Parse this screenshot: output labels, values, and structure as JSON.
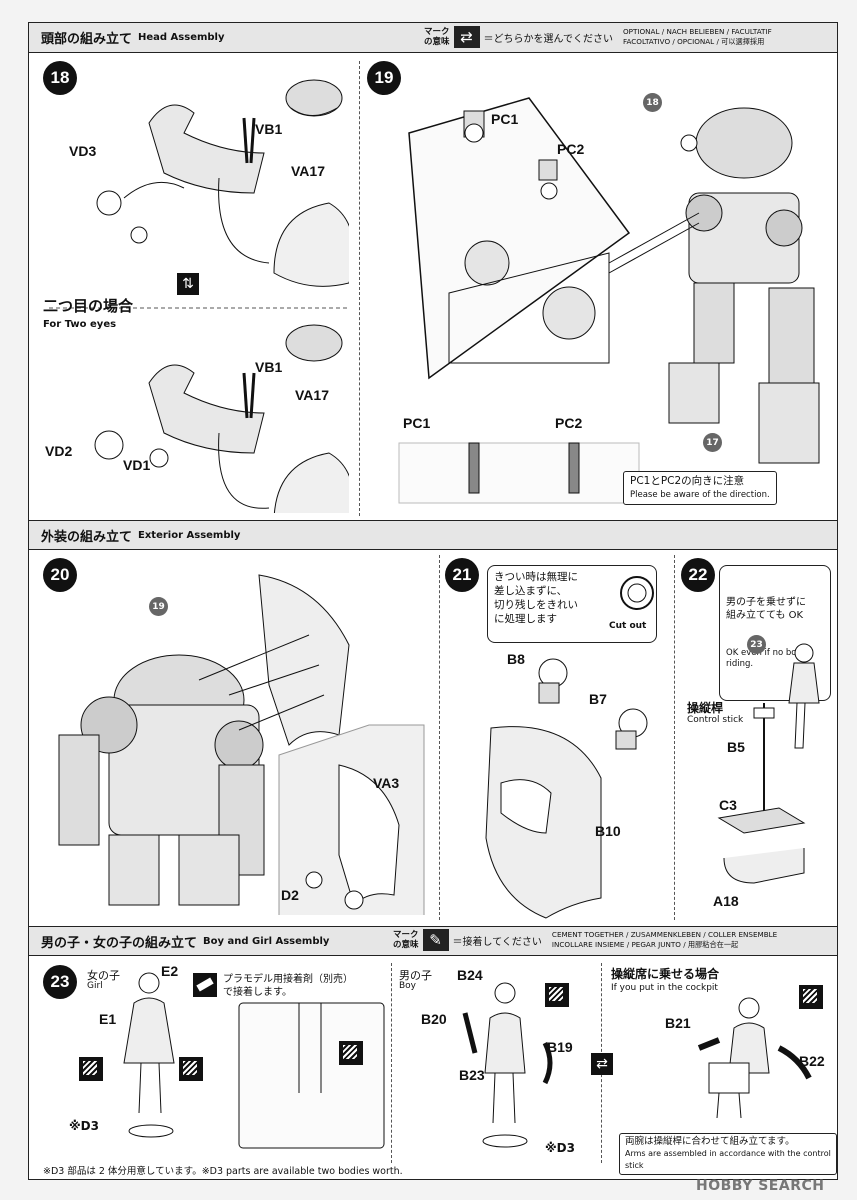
{
  "sections": {
    "head": {
      "jp": "頭部の組み立て",
      "en": "Head Assembly"
    },
    "exterior": {
      "jp": "外装の組み立て",
      "en": "Exterior Assembly"
    },
    "boygirl": {
      "jp": "男の子・女の子の組み立て",
      "en": "Boy and Girl Assembly"
    }
  },
  "mark_optional": {
    "label": "マーク\nの意味",
    "text": "＝どちらかを選んでください",
    "en1": "OPTIONAL / NACH BELIEBEN / FACULTATIF",
    "en2": "FACOLTATIVO / OPCIONAL / 可以選擇採用"
  },
  "mark_cement": {
    "label": "マーク\nの意味",
    "text": "＝接着してください",
    "en1": "CEMENT TOGETHER / ZUSAMMENKLEBEN / COLLER ENSEMBLE",
    "en2": "INCOLLARE INSIEME / PEGAR JUNTO / 用膠粘合在一起"
  },
  "steps": {
    "s18": "18",
    "s19": "19",
    "s20": "20",
    "s21": "21",
    "s22": "22",
    "s23": "23"
  },
  "step18": {
    "vd3": "VD3",
    "vb1": "VB1",
    "va17": "VA17",
    "two_eyes_jp": "二つ目の場合",
    "two_eyes_en": "For Two eyes",
    "vb1b": "VB1",
    "va17b": "VA17",
    "vd2": "VD2",
    "vd1": "VD1"
  },
  "step19": {
    "pc1": "PC1",
    "pc2": "PC2",
    "ref18": "18",
    "ref17": "17",
    "pc1b": "PC1",
    "pc2b": "PC2",
    "note_jp": "PC1とPC2の向きに注意",
    "note_en": "Please be aware of the direction."
  },
  "step20": {
    "ref19": "19",
    "va3": "VA3",
    "d2": "D2"
  },
  "step21": {
    "note": "きつい時は無理に\n差し込まずに、\n切り残しをきれい\nに処理します",
    "cutout": "Cut out",
    "b8": "B8",
    "b7": "B7",
    "b10": "B10"
  },
  "step22": {
    "note_jp": "男の子を乗せずに\n組み立てても OK",
    "note_en": "OK even if no boy is\nriding.",
    "ref23": "23",
    "stick_jp": "操縦桿",
    "stick_en": "Control stick",
    "b5": "B5",
    "c3": "C3",
    "a18": "A18"
  },
  "step23": {
    "girl_jp": "女の子",
    "girl_en": "Girl",
    "e2": "E2",
    "e1": "E1",
    "glue_note": "プラモデル用接着剤（別売）\nで接着します。",
    "d3": "※D3",
    "boy_jp": "男の子",
    "boy_en": "Boy",
    "b24": "B24",
    "b20": "B20",
    "b19": "B19",
    "b23": "B23",
    "d3b": "※D3",
    "cockpit_jp": "操縦席に乗せる場合",
    "cockpit_en": "If you put in the cockpit",
    "b21": "B21",
    "b22": "B22",
    "arm_note_jp": "両腕は操縦桿に合わせて組み立てます。",
    "arm_note_en": "Arms are assembled in accordance with the control stick"
  },
  "footnote": "※D3 部品は 2 体分用意しています。※D3 parts are available two bodies worth.",
  "watermark": "HOBBY SEARCH"
}
